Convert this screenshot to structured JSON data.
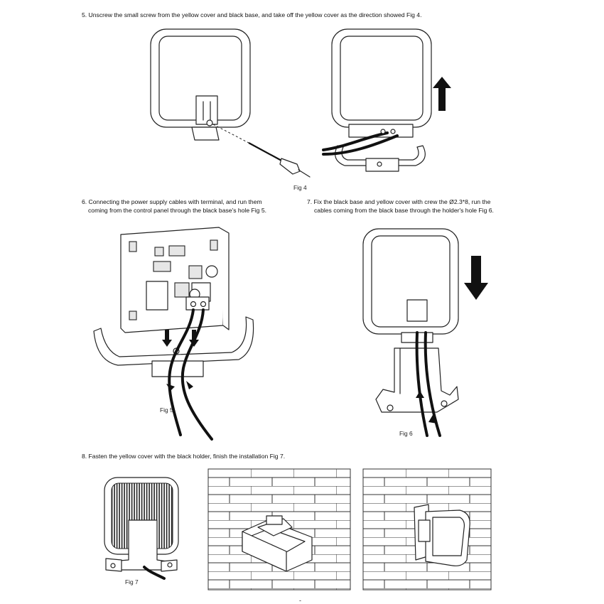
{
  "steps": {
    "step5": "5. Unscrew the small screw from the yellow cover and black base, and take off the yellow cover as the direction showed Fig 4.",
    "step6_line1": "6. Connecting the power supply cables with terminal, and run them",
    "step6_line2": "coming from the control panel through the black base's hole Fig 5.",
    "step7_line1": "7. Fix the black base and yellow cover with crew the Ø2.3*8, run the",
    "step7_line2": "cables coming from the black base through the holder's hole Fig 6.",
    "step8": "8. Fasten the yellow cover with the black holder, finish the installation Fig 7."
  },
  "captions": {
    "fig4": "Fig 4",
    "fig5": "Fig 5",
    "fig6": "Fig 6",
    "fig7": "Fig 7"
  },
  "page_mark": "-",
  "colors": {
    "line": "#222222",
    "arrow": "#111111",
    "background": "#ffffff"
  },
  "icons": {
    "up_arrow": "up-arrow-icon",
    "down_arrow": "down-arrow-icon"
  }
}
